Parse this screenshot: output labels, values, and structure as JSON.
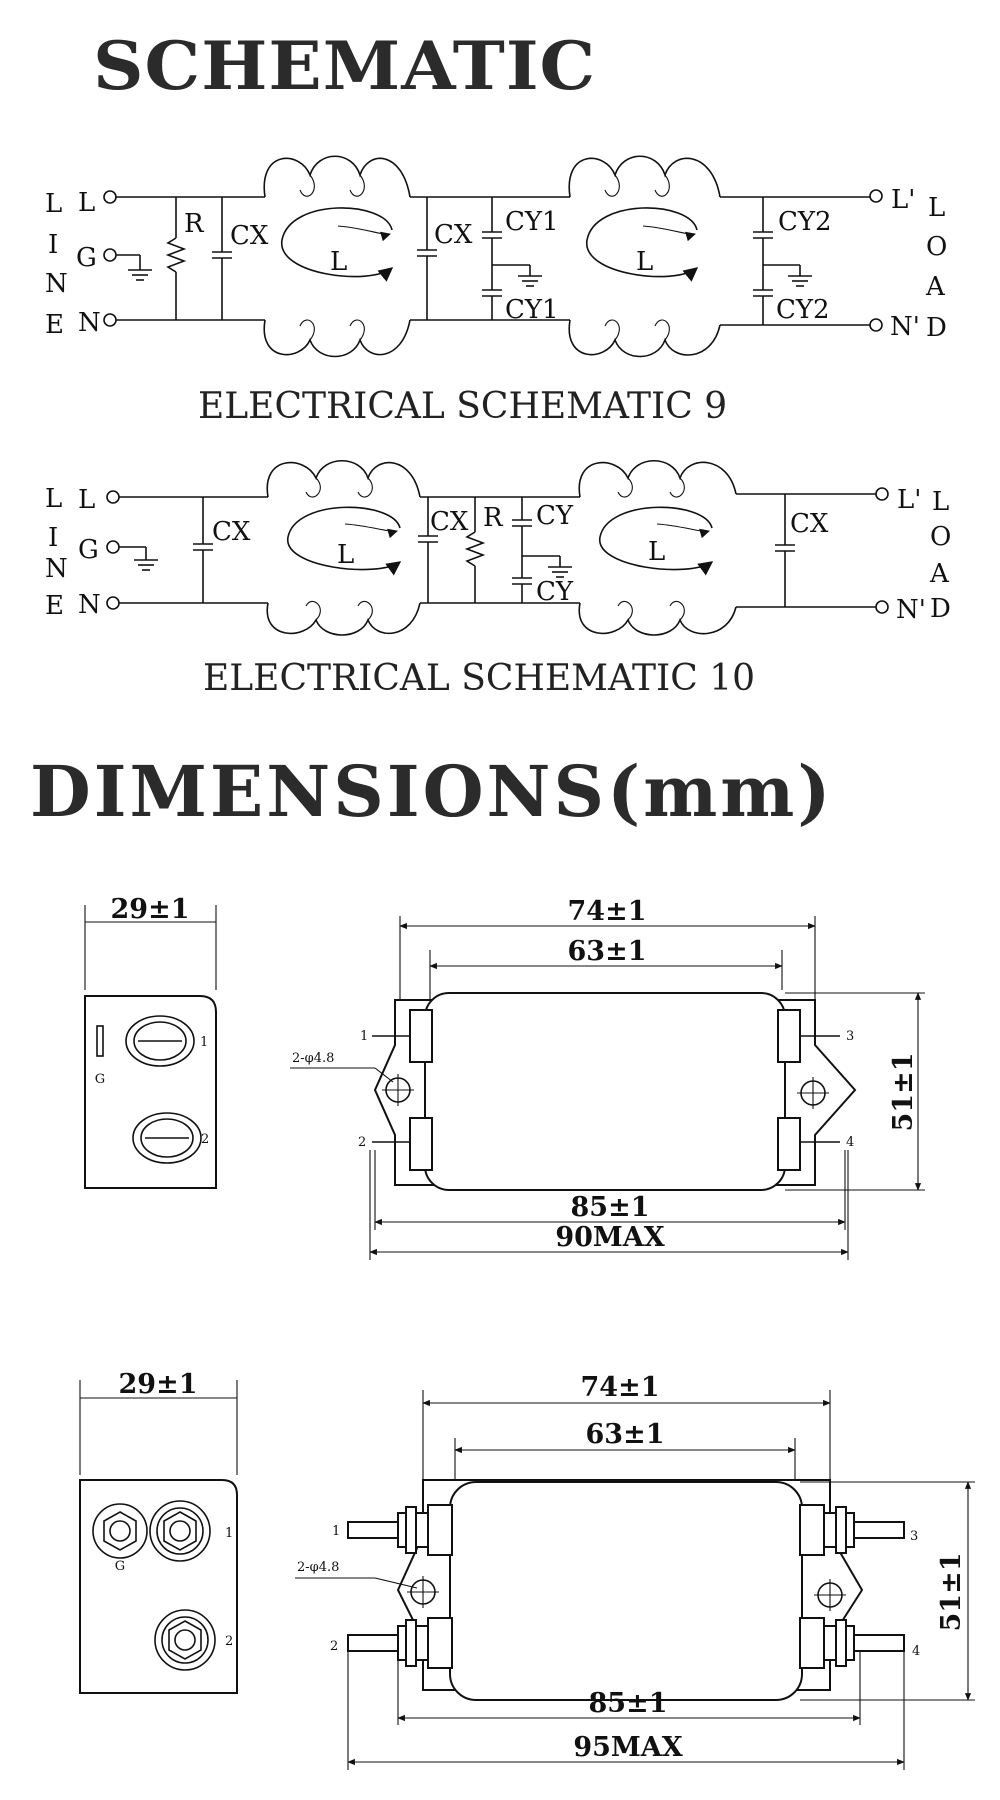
{
  "headings": {
    "schematic": "SCHEMATIC",
    "dimensions": "DIMENSIONS(mm)"
  },
  "schematic9": {
    "caption": "ELECTRICAL SCHEMATIC 9",
    "line_letters": [
      "L",
      "I",
      "N",
      "E"
    ],
    "load_letters": [
      "L",
      "O",
      "A",
      "D"
    ],
    "terminals": {
      "l_in": "L",
      "g": "G",
      "n_in": "N",
      "l_out": "L'",
      "n_out": "N'"
    },
    "components": {
      "r": "R",
      "cx1": "CX",
      "l1": "L",
      "cx2": "CX",
      "cy1_top": "CY1",
      "cy1_bot": "CY1",
      "l2": "L",
      "cy2_top": "CY2",
      "cy2_bot": "CY2"
    }
  },
  "schematic10": {
    "caption": "ELECTRICAL SCHEMATIC 10",
    "line_letters": [
      "L",
      "I",
      "N",
      "E"
    ],
    "load_letters": [
      "L",
      "O",
      "A",
      "D"
    ],
    "terminals": {
      "l_in": "L",
      "g": "G",
      "n_in": "N",
      "l_out": "L'",
      "n_out": "N'"
    },
    "components": {
      "cx1": "CX",
      "l1": "L",
      "cx2": "CX",
      "r": "R",
      "cy_top": "CY",
      "cy_bot": "CY",
      "l2": "L",
      "cx3": "CX"
    }
  },
  "drawing1": {
    "side": {
      "width": "29±1",
      "ground_label": "G",
      "pin1": "1",
      "pin2": "2"
    },
    "top": {
      "dim_74": "74±1",
      "dim_63": "63±1",
      "dim_51": "51±1",
      "dim_85": "85±1",
      "dim_max": "90MAX",
      "hole": "2-φ4.8",
      "pin1": "1",
      "pin2": "2",
      "pin3": "3",
      "pin4": "4"
    }
  },
  "drawing2": {
    "side": {
      "width": "29±1",
      "ground_label": "G",
      "pin1": "1",
      "pin2": "2"
    },
    "top": {
      "dim_74": "74±1",
      "dim_63": "63±1",
      "dim_51": "51±1",
      "dim_85": "85±1",
      "dim_max": "95MAX",
      "hole": "2-φ4.8",
      "pin1": "1",
      "pin2": "2",
      "pin3": "3",
      "pin4": "4"
    }
  }
}
